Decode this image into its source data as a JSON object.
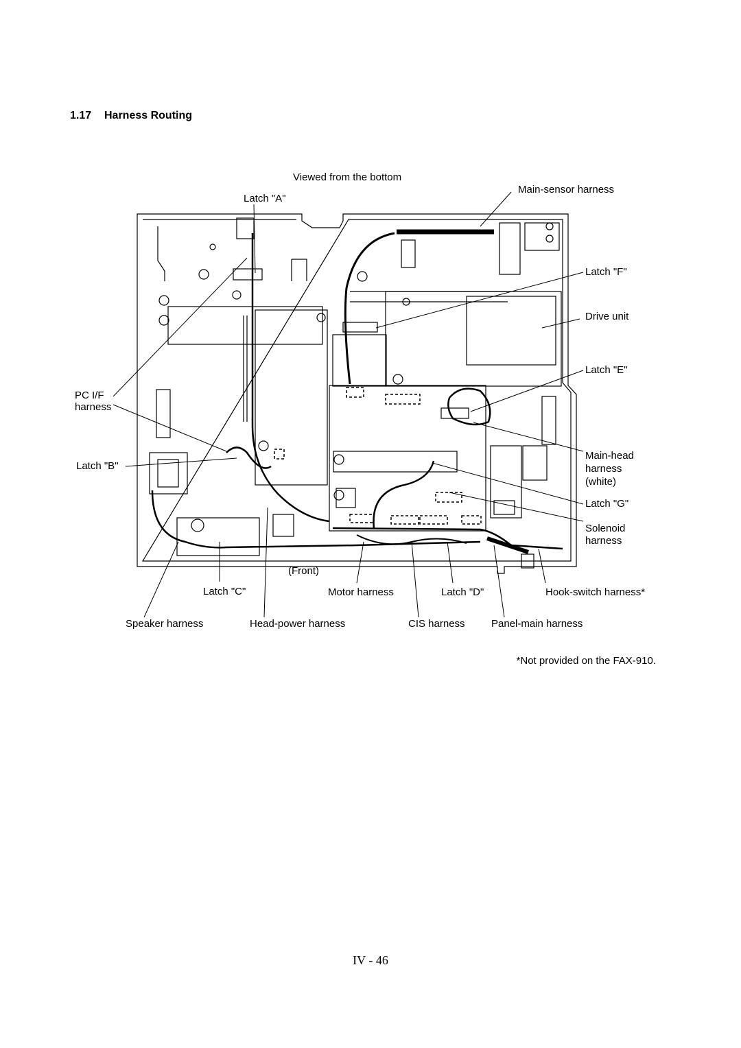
{
  "section": {
    "number": "1.17",
    "title": "Harness Routing"
  },
  "diagram": {
    "view_caption": "Viewed from the bottom",
    "front_caption": "(Front)",
    "labels": {
      "latch_a": "Latch \"A\"",
      "main_sensor": "Main-sensor harness",
      "latch_f": "Latch \"F\"",
      "drive_unit": "Drive unit",
      "latch_e": "Latch \"E\"",
      "pcif_1": "PC I/F",
      "pcif_2": "harness",
      "latch_b": "Latch \"B\"",
      "main_head_1": "Main-head",
      "main_head_2": "harness",
      "main_head_3": "(white)",
      "latch_g": "Latch \"G\"",
      "solenoid_1": "Solenoid",
      "solenoid_2": "harness",
      "latch_c": "Latch \"C\"",
      "motor": "Motor harness",
      "latch_d": "Latch \"D\"",
      "hook_switch": "Hook-switch harness*",
      "speaker": "Speaker harness",
      "head_power": "Head-power harness",
      "cis": "CIS harness",
      "panel_main": "Panel-main harness"
    },
    "footnote": "*Not provided on the FAX-910."
  },
  "page_number": "IV - 46"
}
